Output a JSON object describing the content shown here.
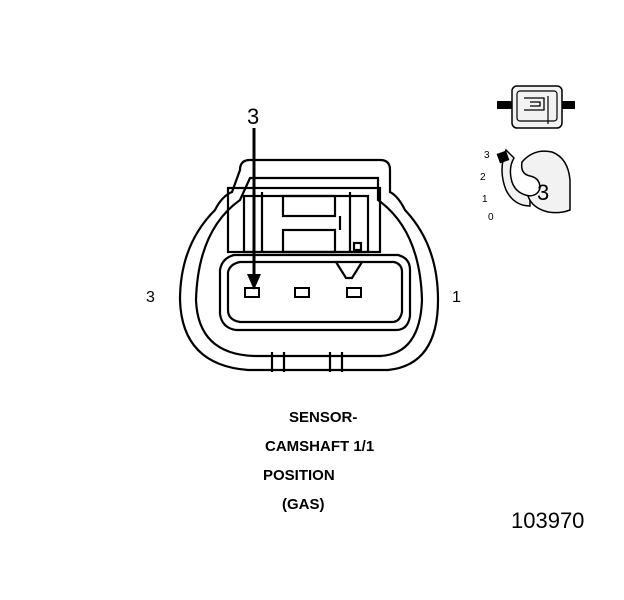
{
  "callout": {
    "pin_label": "3"
  },
  "connector": {
    "left_pin_label": "3",
    "right_pin_label": "1"
  },
  "inset": {
    "scale": [
      "3",
      "2",
      "1",
      "0"
    ],
    "badge": "3"
  },
  "caption": {
    "line1": "SENSOR-",
    "line2": "CAMSHAFT 1/1",
    "line3": "POSITION",
    "line4": "(GAS)"
  },
  "figure_number": "103970",
  "colors": {
    "stroke": "#000000",
    "inset_fill": "#f2f2f2"
  }
}
